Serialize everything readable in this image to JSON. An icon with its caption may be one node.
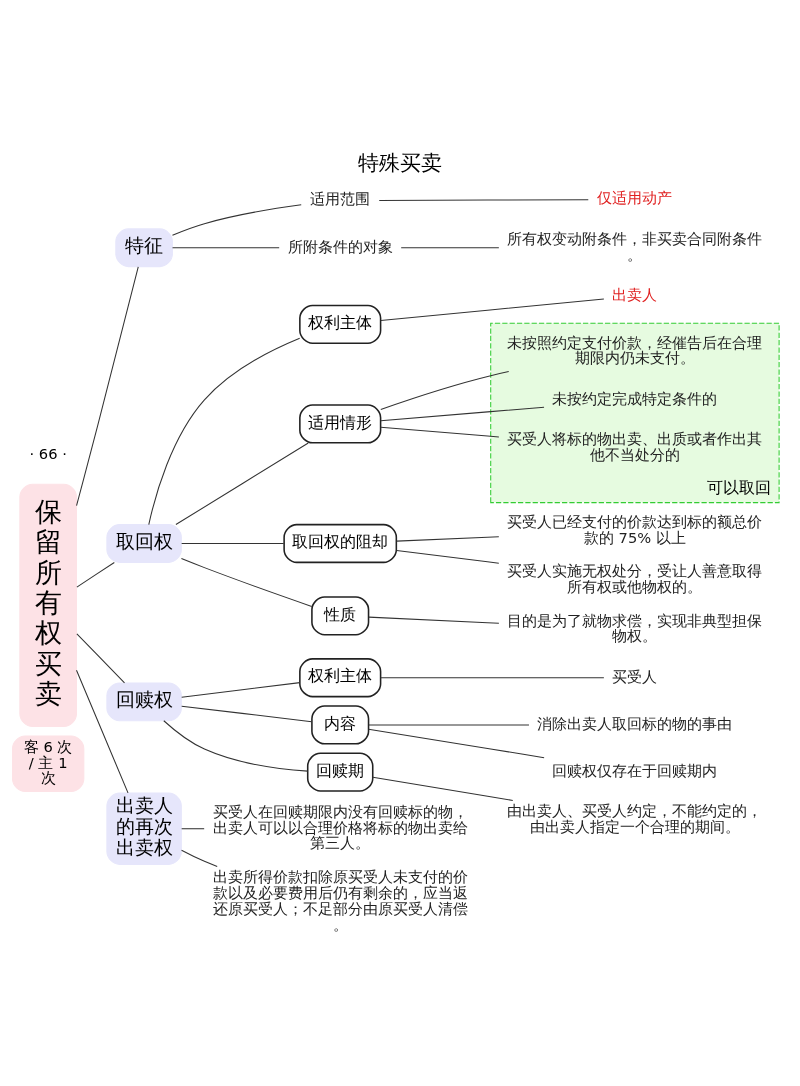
{
  "diagram": {
    "title": "特殊买卖",
    "nodes": [
      {
        "text": [
          "保留所有权买卖"
        ],
        "beside": [
          "客 6 次 / 主 1 次"
        ]
      },
      {
        "text": [
          "特征"
        ]
      },
      {
        "text": [
          "适用范围"
        ]
      },
      {
        "text": [
          "仅适用动产"
        ]
      },
      {
        "text": [
          "所附条件的对象"
        ]
      },
      {
        "text": [
          "所有权变动附条件，非买卖合同附条件。"
        ]
      },
      {
        "text": [
          "取回权"
        ]
      },
      {
        "text": [
          "权利主体"
        ]
      },
      {
        "text": [
          "出卖人"
        ]
      },
      {
        "text": [
          "适用情形"
        ]
      },
      {
        "text": [],
        "shape": "box",
        "beside": [
          "可以取回"
        ]
      },
      {
        "text": [
          "未按照约定支付价款，经催告后在合理期限内仍未支付。"
        ],
        "in": 10
      },
      {
        "text": [
          "未按约定完成特定条件的"
        ],
        "in": 10
      },
      {
        "text": [
          "买受人将标的物出卖、出质或者作出其他不当处分的"
        ],
        "in": 10
      },
      {
        "text": [
          "取回权的阻却"
        ]
      },
      {
        "text": [
          "买受人已经支付的价款达到标的额总价款的 75% 以上"
        ]
      },
      {
        "text": [
          "买受人实施无权处分，受让人善意取得所有权或他物权的。"
        ]
      },
      {
        "text": [
          "性质"
        ]
      },
      {
        "text": [
          "目的是为了就物求偿，实现非典型担保物权。"
        ]
      },
      {
        "text": [
          "回赎权"
        ]
      },
      {
        "text": [
          "权利主体"
        ]
      },
      {
        "text": [
          "买受人"
        ]
      },
      {
        "text": [
          "内容"
        ]
      },
      {
        "text": [
          "消除出卖人取回标的物的事由"
        ]
      },
      {
        "text": [
          "回赎权仅存在于回赎期内"
        ]
      },
      {
        "text": [
          "回赎期"
        ]
      },
      {
        "text": [
          "由出卖人、买受人约定，不能约定的，由出卖人指定一个合理的期间。"
        ]
      },
      {
        "text": [
          "出卖人的再次出卖权"
        ]
      },
      {
        "text": [
          "买受人在回赎期限内没有回赎标的物，出卖人可以以合理价格将标的物出卖给第三人。"
        ]
      },
      {
        "text": [
          "出卖所得价款扣除原买受人未支付的价款以及必要费用后仍有剩余的，应当返还原买受人；不足部分由原买受人清偿。"
        ]
      }
    ],
    "edges": [
      {
        "from": 0,
        "to": 1,
        "arrow": "none"
      },
      {
        "from": 1,
        "to": 2,
        "arrow": "none"
      },
      {
        "from": 2,
        "to": 3,
        "arrow": "none"
      },
      {
        "from": 1,
        "to": 4,
        "arrow": "none"
      },
      {
        "from": 4,
        "to": 5,
        "arrow": "none"
      },
      {
        "from": 0,
        "to": 6,
        "arrow": "none"
      },
      {
        "from": 6,
        "to": 7,
        "arrow": "none"
      },
      {
        "from": 7,
        "to": 8,
        "arrow": "none"
      },
      {
        "from": 6,
        "to": 9,
        "arrow": "none"
      },
      {
        "from": 9,
        "to": 11,
        "arrow": "none"
      },
      {
        "from": 9,
        "to": 12,
        "arrow": "none"
      },
      {
        "from": 9,
        "to": 13,
        "arrow": "none"
      },
      {
        "from": 6,
        "to": 14,
        "arrow": "none"
      },
      {
        "from": 14,
        "to": 15,
        "arrow": "none"
      },
      {
        "from": 14,
        "to": 16,
        "arrow": "none"
      },
      {
        "from": 6,
        "to": 17,
        "arrow": "none"
      },
      {
        "from": 17,
        "to": 18,
        "arrow": "none"
      },
      {
        "from": 0,
        "to": 19,
        "arrow": "none"
      },
      {
        "from": 19,
        "to": 20,
        "arrow": "none"
      },
      {
        "from": 20,
        "to": 21,
        "arrow": "none"
      },
      {
        "from": 19,
        "to": 22,
        "arrow": "none"
      },
      {
        "from": 22,
        "to": 23,
        "arrow": "none"
      },
      {
        "from": 22,
        "to": 24,
        "arrow": "none"
      },
      {
        "from": 19,
        "to": 25,
        "arrow": "none"
      },
      {
        "from": 25,
        "to": 26,
        "arrow": "none"
      },
      {
        "from": 0,
        "to": 27,
        "arrow": "none"
      },
      {
        "from": 27,
        "to": 28,
        "arrow": "none"
      },
      {
        "from": 27,
        "to": 29,
        "arrow": "none"
      }
    ],
    "labels": [
      "· 66 ·"
    ]
  }
}
